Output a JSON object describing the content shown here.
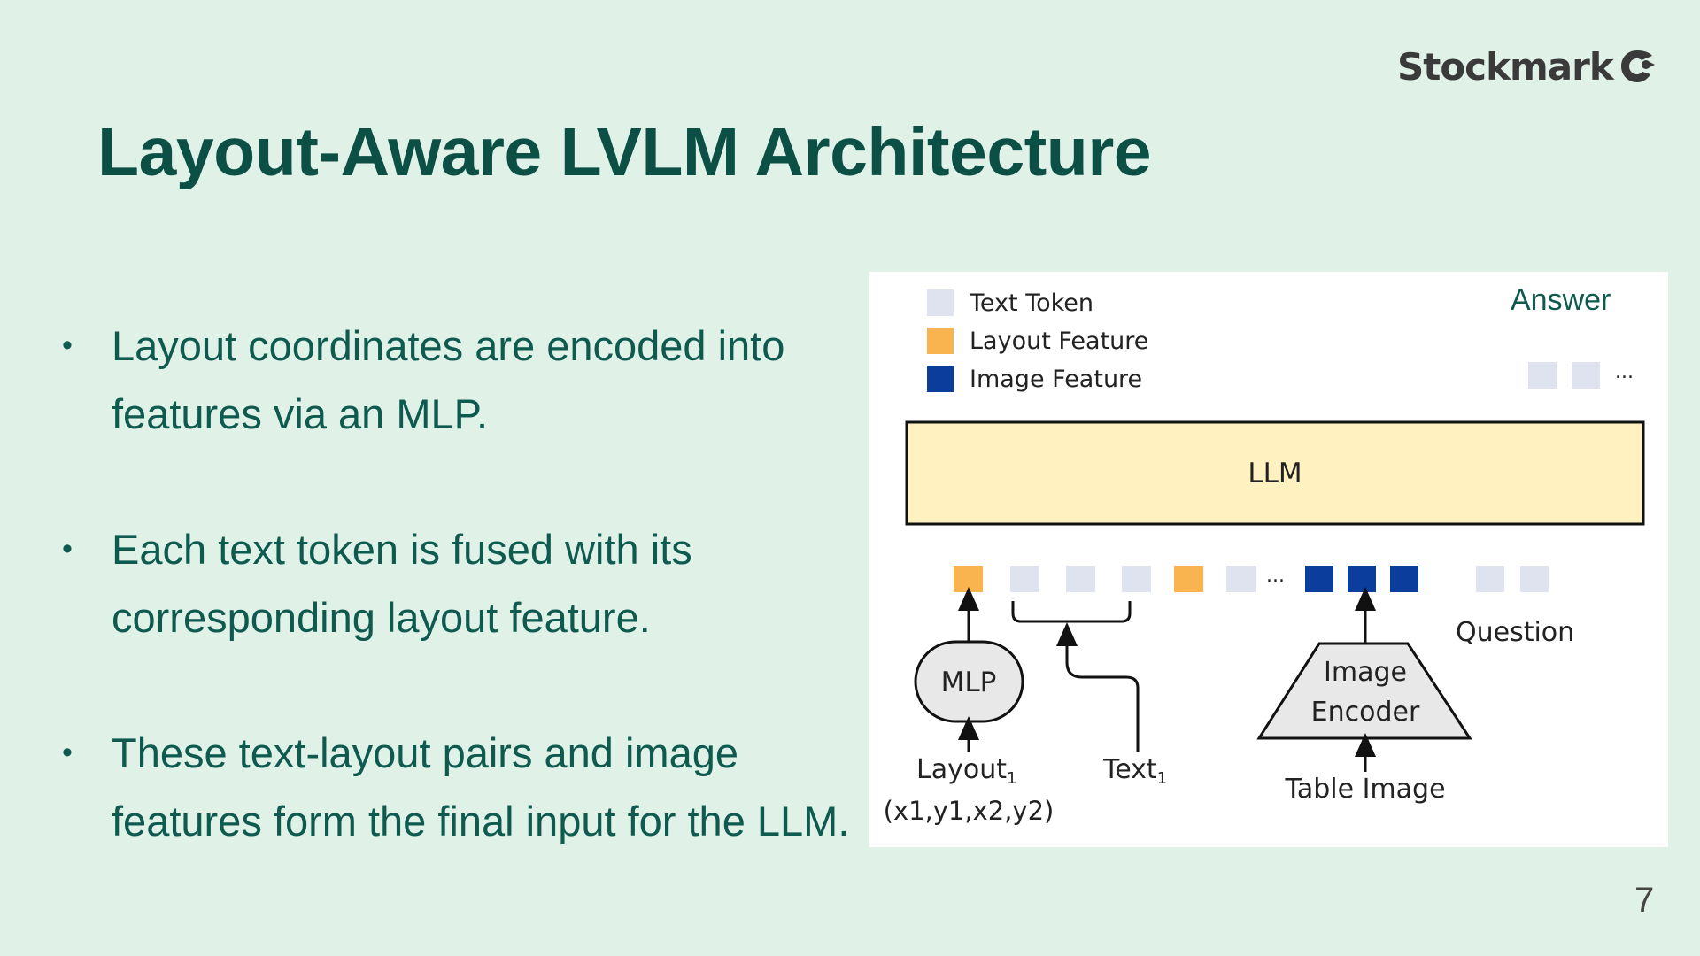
{
  "brand": {
    "name": "Stockmark"
  },
  "slide": {
    "title": "Layout-Aware LVLM Architecture",
    "page_number": "7",
    "bullets": [
      {
        "line1": "Layout coordinates are encoded into",
        "line2": "features via an MLP."
      },
      {
        "line1": "Each text token is fused with its",
        "line2": "corresponding layout feature."
      },
      {
        "line1": "These text-layout pairs and image",
        "line2": "features form the final input for the LLM."
      }
    ]
  },
  "diagram": {
    "legend": [
      {
        "label": "Text Token",
        "color": "#dfe2ef"
      },
      {
        "label": "Layout Feature",
        "color": "#f9b450"
      },
      {
        "label": "Image Feature",
        "color": "#0a3d9c"
      }
    ],
    "answer_label": "Answer",
    "ellipsis": "...",
    "llm_label": "LLM",
    "llm_color": "#fff2c0",
    "mlp_label": "MLP",
    "encoder_line1": "Image",
    "encoder_line2": "Encoder",
    "question_label": "Question",
    "layout_input": "Layout",
    "layout_subscript": "1",
    "layout_coords": "(x1,y1,x2,y2)",
    "text_input": "Text",
    "text_subscript": "1",
    "table_image_label": "Table Image",
    "token_sequence": [
      "layout",
      "text",
      "text",
      "text",
      "layout",
      "text",
      "ellipsis",
      "image",
      "image",
      "image",
      "text",
      "text"
    ]
  }
}
